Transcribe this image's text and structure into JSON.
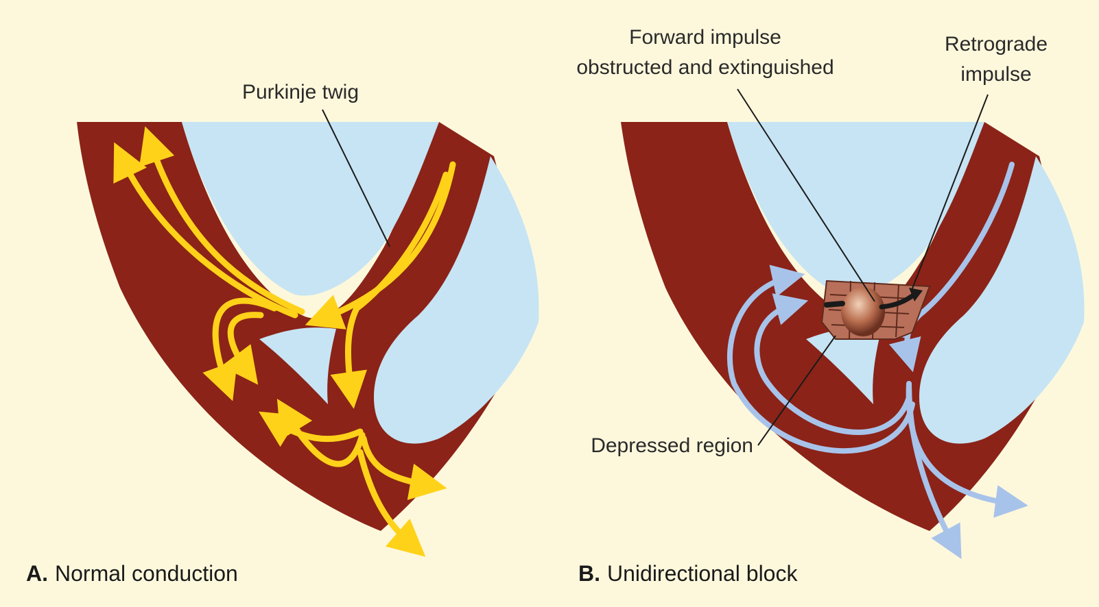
{
  "panel_a": {
    "callout": "Purkinje twig",
    "caption_letter": "A.",
    "caption_text": "Normal conduction"
  },
  "panel_b": {
    "callout_forward_line1": "Forward impulse",
    "callout_forward_line2": "obstructed and extinguished",
    "callout_retro_line1": "Retrograde",
    "callout_retro_line2": "impulse",
    "callout_depressed": "Depressed region",
    "caption_letter": "B.",
    "caption_text": "Unidirectional block"
  },
  "colors": {
    "background": "#fdf8dc",
    "muscle": "#8b2318",
    "cavity": "#c6e4f4",
    "normal_impulse": "#ffd21a",
    "blocked_impulse": "#a8c3ea",
    "depressed_region": "#b8705a"
  }
}
